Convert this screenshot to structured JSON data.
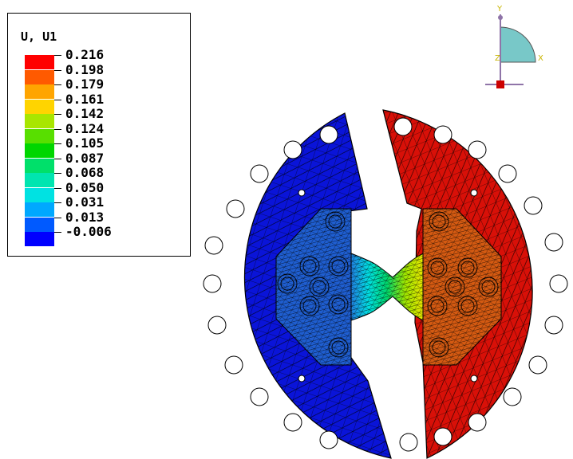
{
  "legend": {
    "title": "U, U1",
    "labels": [
      "0.216",
      "0.198",
      "0.179",
      "0.161",
      "0.142",
      "0.124",
      "0.105",
      "0.087",
      "0.068",
      "0.050",
      "0.031",
      "0.013",
      "-0.006"
    ],
    "colors": [
      "#ff0000",
      "#ff5a00",
      "#ffa500",
      "#ffd400",
      "#a8e600",
      "#58df00",
      "#00d600",
      "#00e06a",
      "#00e5b0",
      "#00e2e2",
      "#00a8ff",
      "#005aff",
      "#0000ff"
    ]
  },
  "triad": {
    "y_label": "Y",
    "x_label": "X",
    "z_label": "Z",
    "axis_color": "#8f74a8",
    "shape_color": "#78c8c8",
    "origin_color": "#cc0000"
  },
  "model": {
    "left_half_color": "#0a14d8",
    "right_half_color": "#d81008",
    "left_insert_color": "#1f5ed0",
    "right_insert_color": "#d45a12",
    "mesh_color": "#000000"
  }
}
